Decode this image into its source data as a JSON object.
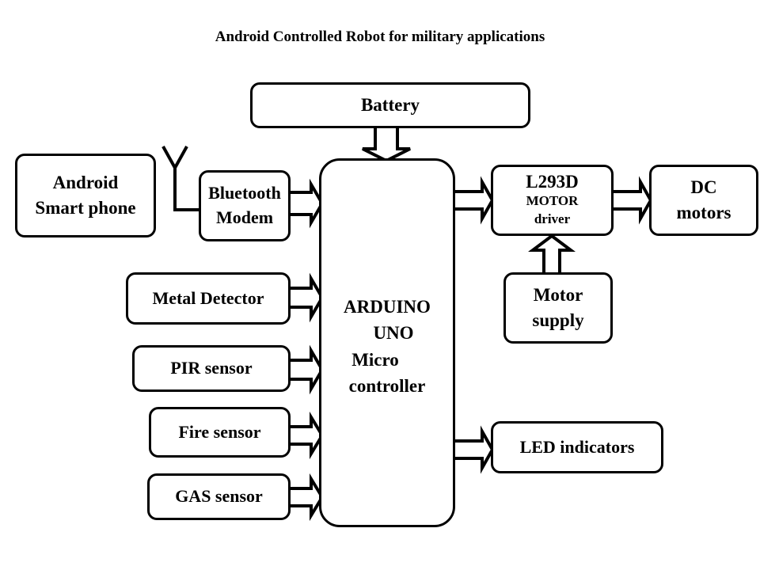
{
  "title": "Android Controlled Robot for military applications",
  "blocks": {
    "battery": {
      "lines": [
        "Battery"
      ]
    },
    "android": {
      "lines": [
        "Android",
        "Smart phone"
      ]
    },
    "bluetooth": {
      "lines": [
        "Bluetooth",
        "Modem"
      ]
    },
    "arduino": {
      "lines": [
        "ARDUINO",
        "UNO",
        "Micro",
        "controller"
      ]
    },
    "metal": {
      "lines": [
        "Metal Detector"
      ]
    },
    "pir": {
      "lines": [
        "PIR sensor"
      ]
    },
    "fire": {
      "lines": [
        "Fire sensor"
      ]
    },
    "gas": {
      "lines": [
        "GAS sensor"
      ]
    },
    "l293d": {
      "lines": [
        "L293D",
        "MOTOR",
        "driver"
      ]
    },
    "dc": {
      "lines": [
        "DC",
        "motors"
      ]
    },
    "motor_supply": {
      "lines": [
        "Motor",
        "supply"
      ]
    },
    "led": {
      "lines": [
        "LED indicators"
      ]
    }
  },
  "connections": [
    {
      "from": "Battery",
      "to": "ARDUINO UNO Micro controller"
    },
    {
      "from": "Bluetooth Modem",
      "to": "ARDUINO UNO Micro controller"
    },
    {
      "from": "Metal Detector",
      "to": "ARDUINO UNO Micro controller"
    },
    {
      "from": "PIR sensor",
      "to": "ARDUINO UNO Micro controller"
    },
    {
      "from": "Fire sensor",
      "to": "ARDUINO UNO Micro controller"
    },
    {
      "from": "GAS sensor",
      "to": "ARDUINO UNO Micro controller"
    },
    {
      "from": "ARDUINO UNO Micro controller",
      "to": "L293D MOTOR driver"
    },
    {
      "from": "L293D MOTOR driver",
      "to": "DC motors"
    },
    {
      "from": "Motor supply",
      "to": "L293D MOTOR driver"
    },
    {
      "from": "ARDUINO UNO Micro controller",
      "to": "LED indicators"
    },
    {
      "from": "Android Smart phone",
      "to": "Bluetooth Modem",
      "type": "wireless"
    }
  ]
}
